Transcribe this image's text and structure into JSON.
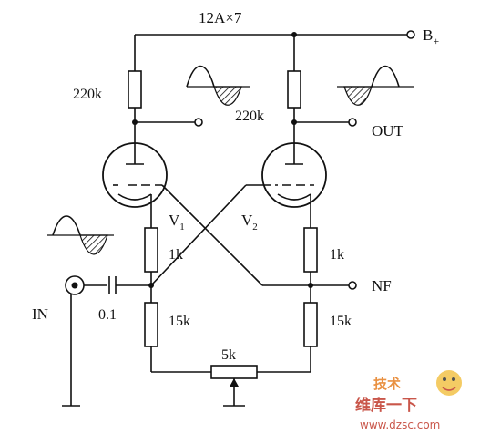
{
  "title": "12A×7",
  "labels": {
    "supply": "B",
    "supply_sub": "+",
    "r_plate_left": "220k",
    "r_plate_right": "220k",
    "output": "OUT",
    "tube_left": "V",
    "tube_left_sub": "1",
    "tube_right": "V",
    "tube_right_sub": "2",
    "r_cathode_left": "1k",
    "r_cathode_right": "1k",
    "feedback": "NF",
    "input": "IN",
    "cap": "0.1",
    "r_tail_left": "15k",
    "r_tail_right": "15k",
    "pot": "5k"
  },
  "watermark": {
    "text_top": "技术",
    "text_mid": "维库一下",
    "url": "www.dzsc.com"
  }
}
